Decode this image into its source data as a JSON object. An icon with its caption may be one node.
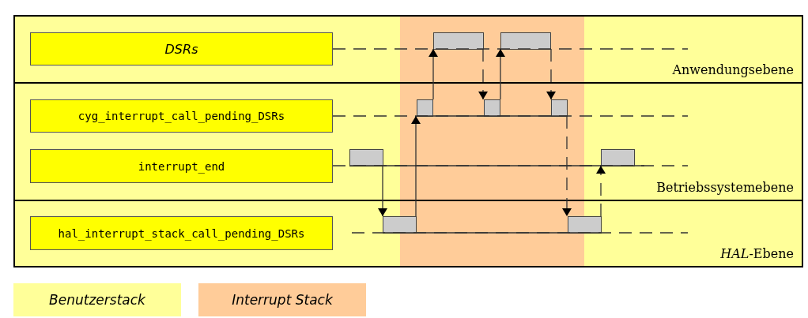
{
  "diagram": {
    "nodes": [
      {
        "text": [
          "Anwendungsebene"
        ]
      },
      {
        "text": [
          "Betriebssystemebene"
        ]
      },
      {
        "text": [
          "*HAL*-Ebene"
        ]
      },
      {
        "text": [
          "DSRs"
        ],
        "in": 0
      },
      {
        "text": [
          "cyg_interrupt_call_pending_DSRs"
        ],
        "in": 1
      },
      {
        "text": [
          "interrupt_end"
        ],
        "in": 1
      },
      {
        "text": [
          "hal_interrupt_stack_call_pending_DSRs"
        ],
        "in": 2
      },
      {
        "text": [],
        "shape": "bar",
        "in": 1
      },
      {
        "text": [],
        "shape": "bar",
        "in": 2
      },
      {
        "text": [],
        "shape": "bar",
        "in": 1
      },
      {
        "text": [],
        "shape": "bar",
        "in": 0
      },
      {
        "text": [],
        "shape": "bar",
        "in": 1
      },
      {
        "text": [],
        "shape": "bar",
        "in": 0
      },
      {
        "text": [],
        "shape": "bar",
        "in": 1
      },
      {
        "text": [],
        "shape": "bar",
        "in": 2
      },
      {
        "text": [],
        "shape": "bar",
        "in": 1
      }
    ],
    "edges": [
      {
        "from": 7,
        "to": 8,
        "arrow": "to"
      },
      {
        "from": 8,
        "to": 9,
        "arrow": "to"
      },
      {
        "from": 9,
        "to": 10,
        "arrow": "to"
      },
      {
        "from": 10,
        "to": 11,
        "arrow": "to",
        "style": "dashed"
      },
      {
        "from": 11,
        "to": 12,
        "arrow": "to"
      },
      {
        "from": 12,
        "to": 13,
        "arrow": "to",
        "style": "dashed"
      },
      {
        "from": 13,
        "to": 14,
        "arrow": "to",
        "style": "dashed"
      },
      {
        "from": 14,
        "to": 15,
        "arrow": "to",
        "style": "dashed"
      }
    ],
    "legend": [
      {
        "text": "Benutzerstack",
        "color": "#ffff99"
      },
      {
        "text": "Interrupt Stack",
        "color": "#ffcc99"
      }
    ]
  }
}
